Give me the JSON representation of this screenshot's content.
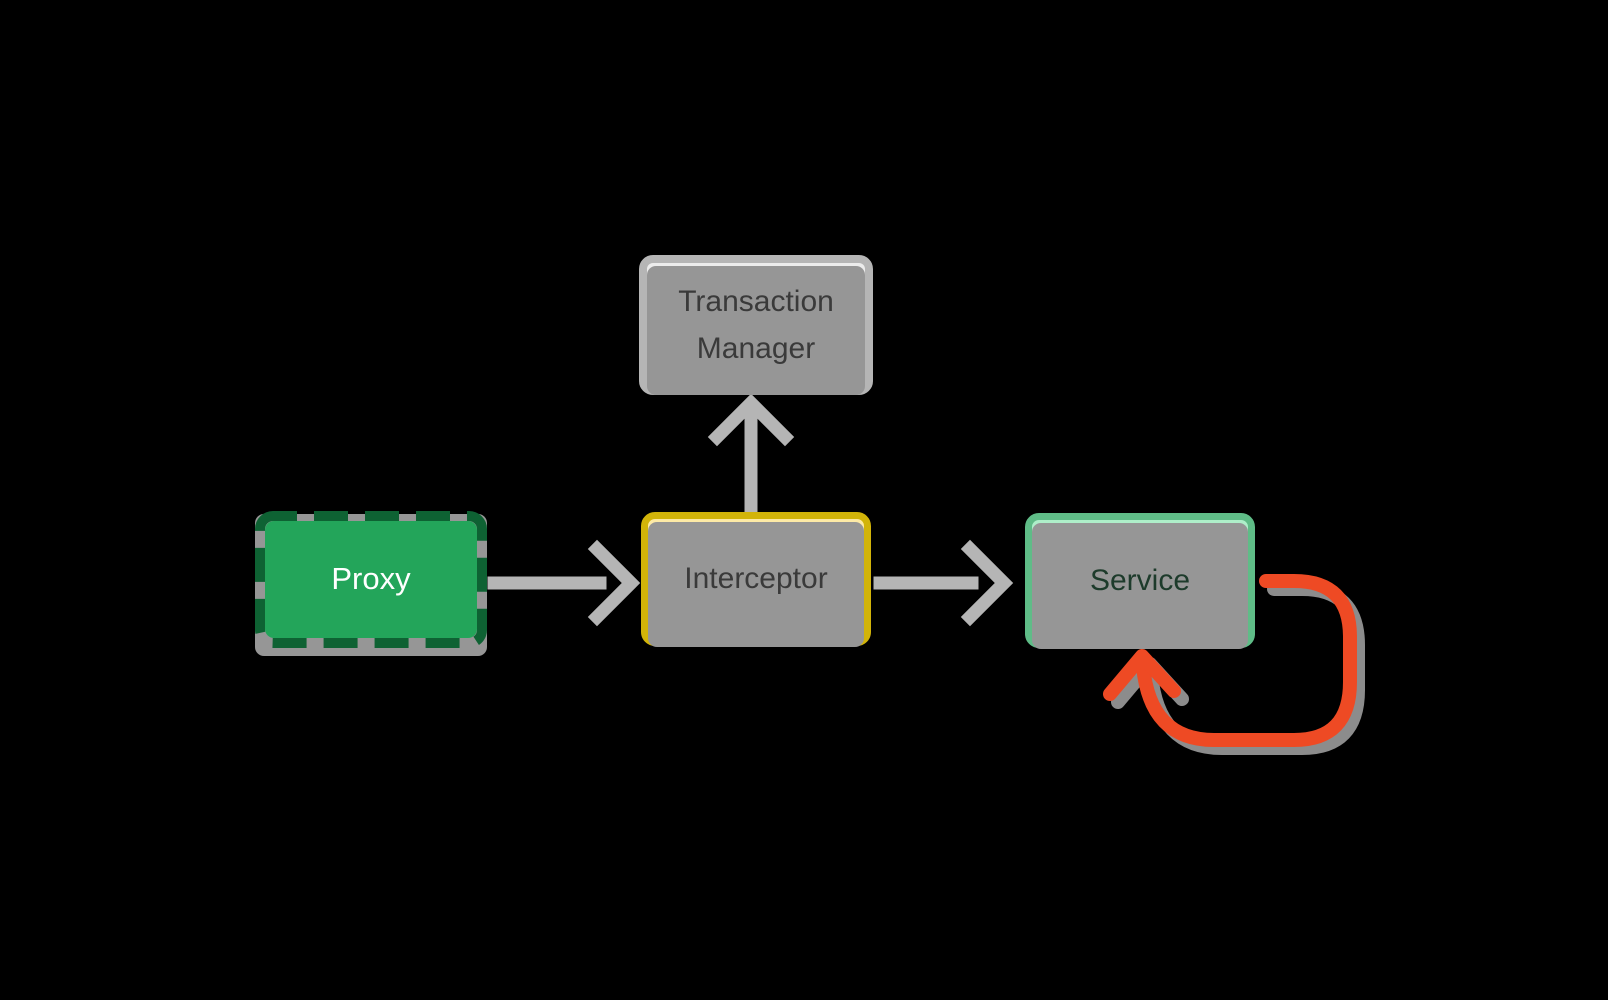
{
  "diagram": {
    "background_color": "#000000",
    "shadow_color": "#969696",
    "nodes": {
      "proxy": {
        "label": "Proxy",
        "fill": "#23a55a",
        "border_color": "#0e6233",
        "border_style": "dashed",
        "text_color": "#ffffff"
      },
      "interceptor": {
        "label": "Interceptor",
        "fill": "#fdeaa6",
        "border_color": "#d2b409",
        "border_style": "solid",
        "text_color": "#3a3a3a"
      },
      "transaction_manager": {
        "label": "Transaction Manager",
        "lines": [
          "Transaction",
          "Manager"
        ],
        "fill": "#ececec",
        "border_color": "#b5b5b5",
        "border_style": "solid",
        "text_color": "#3a3a3a"
      },
      "service": {
        "label": "Service",
        "fill": "#aeeec9",
        "border_color": "#5fbc87",
        "border_style": "solid",
        "text_color": "#1d3b2b"
      }
    },
    "edges": [
      {
        "from": "proxy",
        "to": "interceptor",
        "color": "#b5b5b5",
        "arrow": "chevron-right"
      },
      {
        "from": "interceptor",
        "to": "service",
        "color": "#b5b5b5",
        "arrow": "chevron-right"
      },
      {
        "from": "interceptor",
        "to": "transaction_manager",
        "color": "#b5b5b5",
        "arrow": "chevron-up"
      },
      {
        "from": "service",
        "to": "service",
        "color": "#ee4a24",
        "arrow": "self-loop-up"
      }
    ]
  }
}
